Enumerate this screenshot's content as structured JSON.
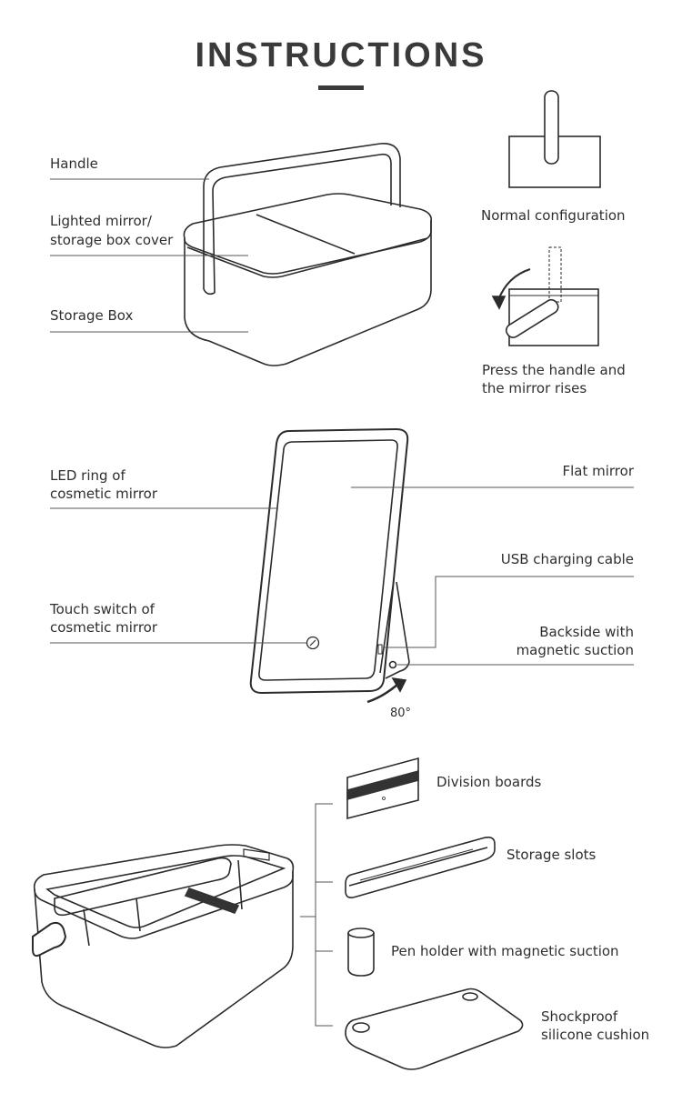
{
  "page": {
    "title": "INSTRUCTIONS"
  },
  "section_top": {
    "handle": "Handle",
    "cover_line1": "Lighted mirror/",
    "cover_line2": "storage box cover",
    "storage_box": "Storage Box",
    "normal_config": "Normal configuration",
    "press_line1": "Press the handle and",
    "press_line2": "the mirror rises"
  },
  "section_mirror": {
    "led_line1": "LED ring of",
    "led_line2": "cosmetic mirror",
    "touch_line1": "Touch switch of",
    "touch_line2": "cosmetic mirror",
    "flat_mirror": "Flat mirror",
    "usb_cable": "USB charging cable",
    "backside_line1": "Backside with",
    "backside_line2": "magnetic suction",
    "angle": "80°"
  },
  "section_parts": {
    "division_boards": "Division boards",
    "storage_slots": "Storage slots",
    "pen_holder": "Pen holder with magnetic suction",
    "cushion_line1": "Shockproof",
    "cushion_line2": "silicone cushion"
  },
  "colors": {
    "outline": "#2b2b2b",
    "leader": "#555555",
    "divider_band": "#333333"
  },
  "icons": [
    "storage-box-illustration",
    "handle-diagram",
    "mirror-rise-diagram",
    "mirror-stand-illustration",
    "touch-switch-icon",
    "rotation-arrow-icon",
    "open-box-illustration",
    "division-board-illustration",
    "storage-slot-illustration",
    "pen-holder-illustration",
    "cushion-illustration"
  ]
}
